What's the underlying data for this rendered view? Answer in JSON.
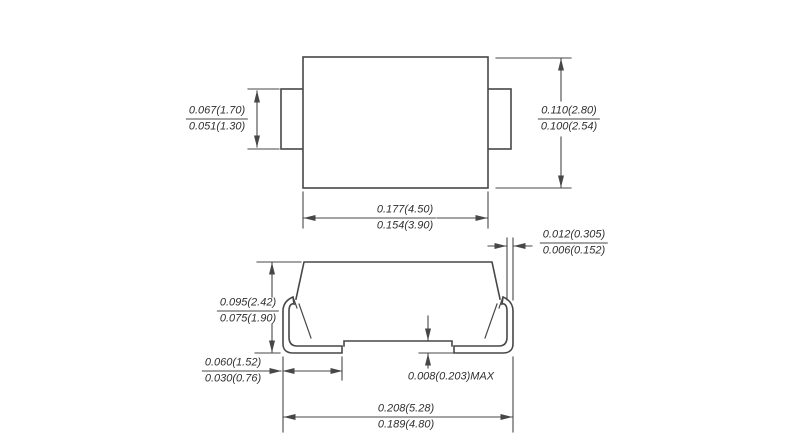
{
  "colors": {
    "background": "#ffffff",
    "line": "#474747",
    "text": "#2f2f2f"
  },
  "top_view": {
    "terminal_width": {
      "upper": "0.067(1.70)",
      "lower": "0.051(1.30)"
    },
    "body_height": {
      "upper": "0.110(2.80)",
      "lower": "0.100(2.54)"
    },
    "body_width": {
      "upper": "0.177(4.50)",
      "lower": "0.154(3.90)"
    }
  },
  "side_view": {
    "body_height": {
      "upper": "0.095(2.42)",
      "lower": "0.075(1.90)"
    },
    "terminal_length": {
      "upper": "0.060(1.52)",
      "lower": "0.030(0.76)"
    },
    "standoff": {
      "label": "0.008(0.203)MAX"
    },
    "overall_width": {
      "upper": "0.208(5.28)",
      "lower": "0.189(4.80)"
    },
    "terminal_thickness": {
      "upper": "0.012(0.305)",
      "lower": "0.006(0.152)"
    }
  }
}
